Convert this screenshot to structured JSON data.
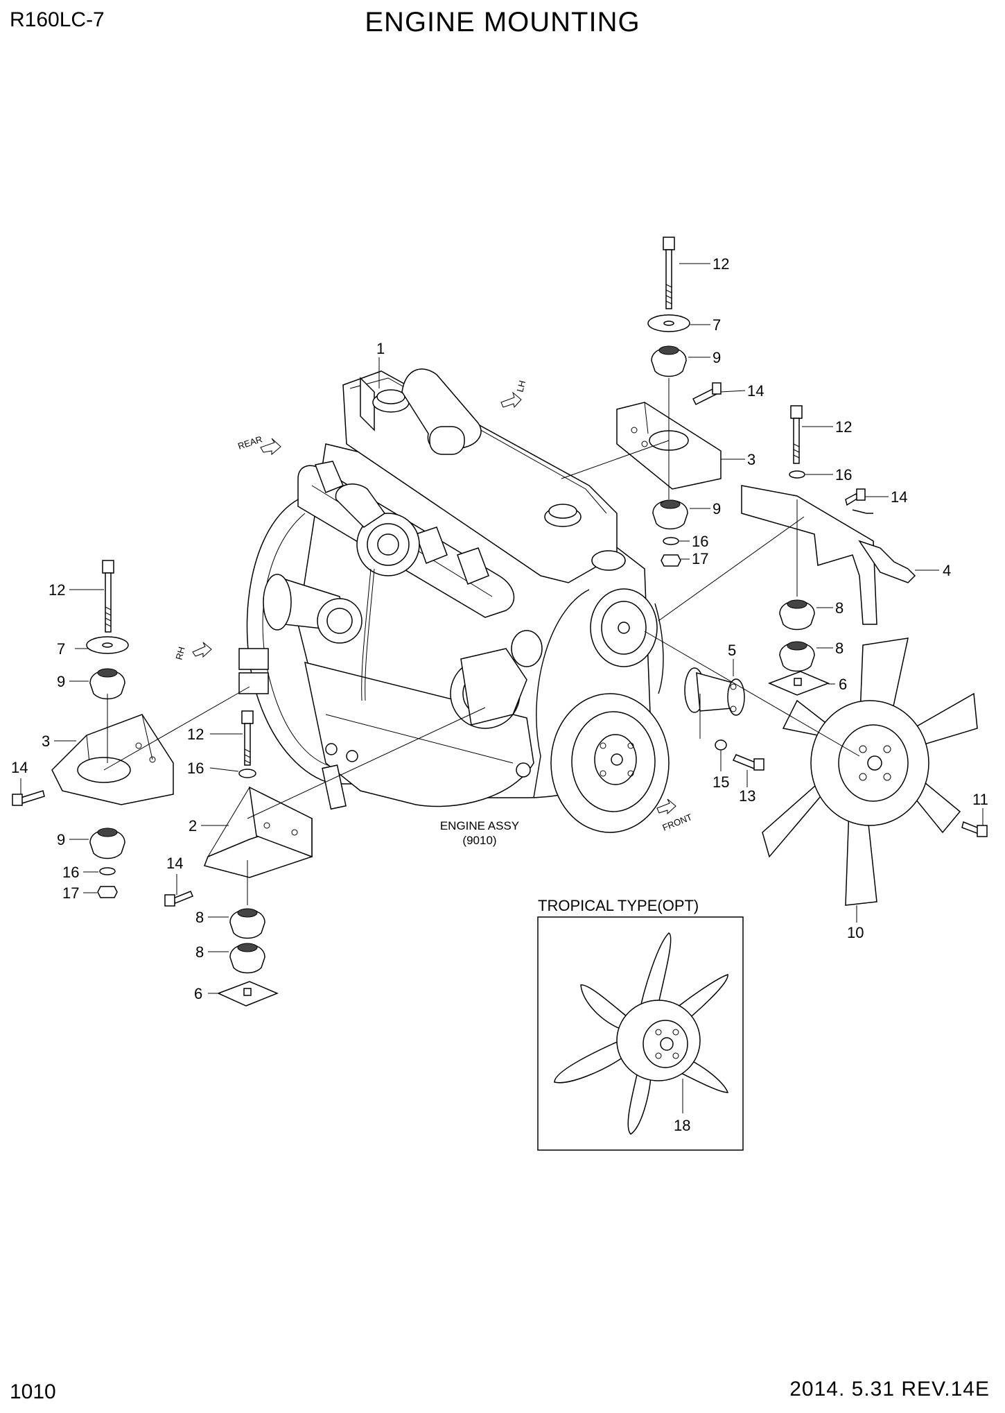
{
  "header": {
    "model": "R160LC-7",
    "title": "ENGINE MOUNTING"
  },
  "footer": {
    "page_number": "1010",
    "revision": "2014. 5.31  REV.14E"
  },
  "assembly_label": {
    "line1": "ENGINE ASSY",
    "line2": "(9010)"
  },
  "direction_labels": {
    "rear": "REAR",
    "lh": "LH",
    "rh": "RH",
    "front": "FRONT"
  },
  "option_box": {
    "title": "TROPICAL TYPE(OPT)",
    "callout": "18"
  },
  "callouts": [
    "1",
    "12",
    "7",
    "9",
    "14",
    "3",
    "9",
    "16",
    "17",
    "12",
    "16",
    "14",
    "4",
    "8",
    "8",
    "6",
    "5",
    "15",
    "13",
    "11",
    "10",
    "12",
    "7",
    "9",
    "3",
    "14",
    "9",
    "16",
    "17",
    "12",
    "16",
    "2",
    "14",
    "8",
    "8",
    "6"
  ]
}
